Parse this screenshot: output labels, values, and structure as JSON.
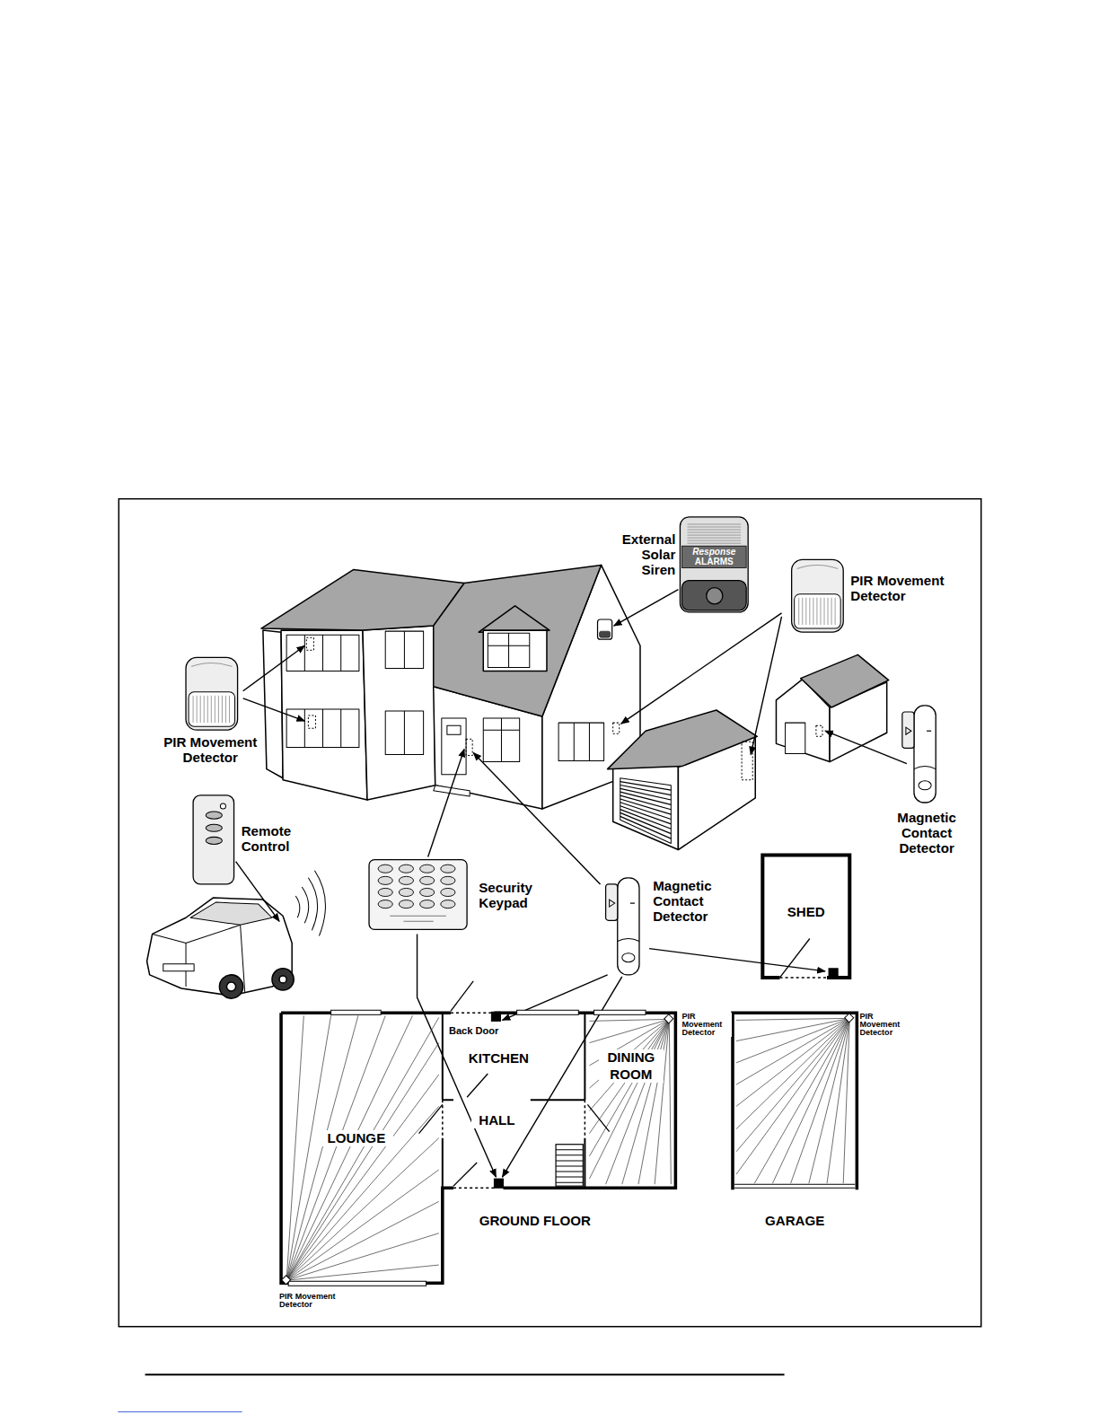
{
  "diagram": {
    "nodes": [
      {
        "text": [
          "GROUND FLOOR"
        ]
      },
      {
        "text": [
          "LOUNGE"
        ],
        "in": 0
      },
      {
        "text": [
          "KITCHEN"
        ],
        "in": 0
      },
      {
        "text": [
          "HALL"
        ],
        "in": 0
      },
      {
        "text": [
          "DINING ROOM"
        ],
        "in": 0
      },
      {
        "text": [
          "GARAGE"
        ]
      },
      {
        "text": [
          "SHED"
        ]
      }
    ],
    "labels": [
      "External Solar Siren",
      "Response",
      "ALARMS",
      "PIR Movement Detector",
      "PIR Movement Detector",
      "Remote Control",
      "Security Keypad",
      "Magnetic Contact Detector",
      "Magnetic Contact Detector",
      "Back Door",
      "PIR Movement Detector",
      "PIR Movement Detector",
      "PIR Movement Detector"
    ]
  }
}
